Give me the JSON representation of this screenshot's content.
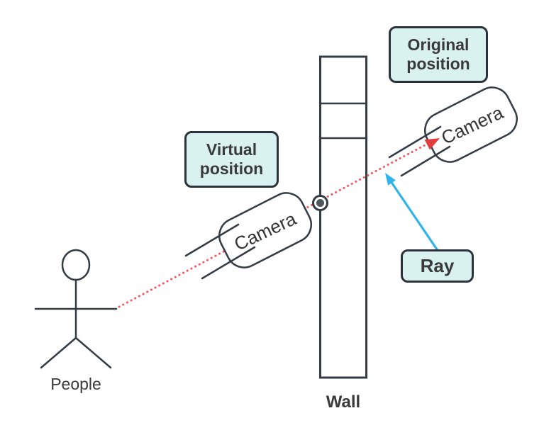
{
  "diagram": {
    "title_context": "mirror-reflection camera diagram",
    "labels": {
      "original_position": "Original position",
      "virtual_position": "Virtual position",
      "ray": "Ray",
      "wall": "Wall",
      "people": "People",
      "camera_virtual": "Camera",
      "camera_original": "Camera"
    },
    "colors": {
      "line": "#333b44",
      "ray_red": "#f25a5f",
      "arrowhead_red": "#e23c3c",
      "pointer_cyan": "#2fb3ea",
      "label_fill": "#d9f1ef",
      "label_border": "#2a323b",
      "text": "#3a3a3a",
      "marker_dot": "#4f565c"
    }
  }
}
